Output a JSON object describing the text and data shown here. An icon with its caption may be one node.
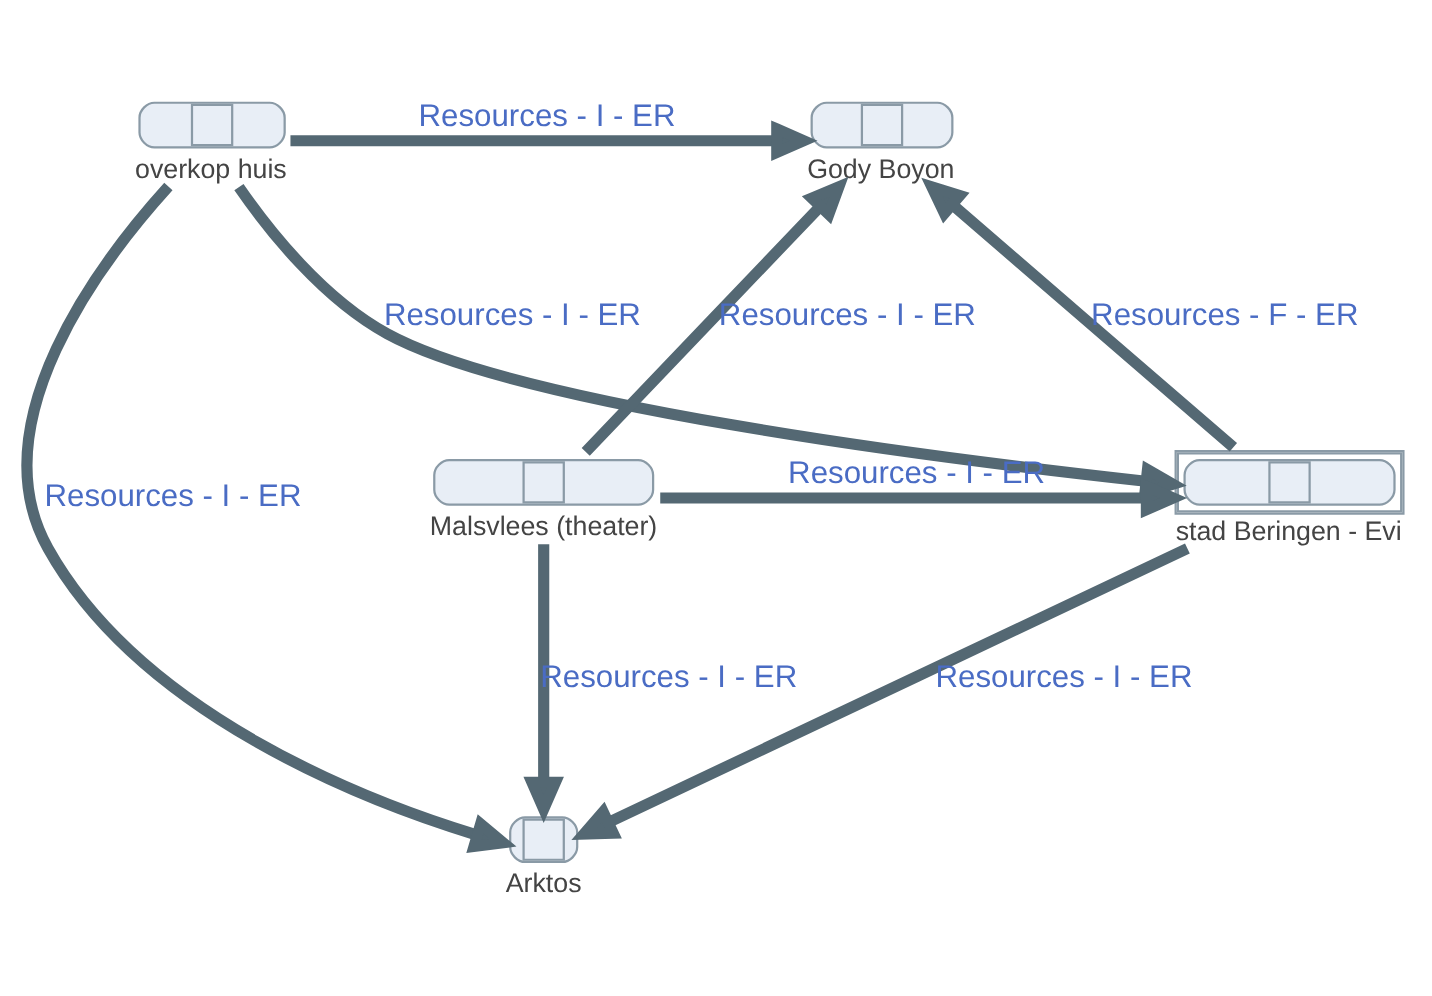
{
  "diagram": {
    "nodes": [
      {
        "text": [
          "overkop huis"
        ]
      },
      {
        "text": [
          "Gody Boyon"
        ]
      },
      {
        "text": [
          "stad Beringen - Evi"
        ]
      },
      {
        "text": [
          "Malsvlees (theater)"
        ]
      },
      {
        "text": [
          "Arktos"
        ]
      }
    ],
    "edges": [
      {
        "from": 0,
        "to": 1,
        "arrow": "to",
        "label": "Resources - I - ER"
      },
      {
        "from": 0,
        "to": 2,
        "arrow": "to",
        "label": "Resources - I - ER"
      },
      {
        "from": 2,
        "to": 1,
        "arrow": "to",
        "label": "Resources - F - ER"
      },
      {
        "from": 3,
        "to": 1,
        "arrow": "to",
        "label": "Resources - I - ER"
      },
      {
        "from": 0,
        "to": 4,
        "arrow": "to",
        "label": "Resources - I - ER"
      },
      {
        "from": 3,
        "to": 2,
        "arrow": "to",
        "label": "Resources - I - ER"
      },
      {
        "from": 2,
        "to": 4,
        "arrow": "to",
        "label": "Resources - I - ER"
      },
      {
        "from": 3,
        "to": 4,
        "arrow": "to",
        "label": "Resources - I - ER"
      }
    ]
  }
}
